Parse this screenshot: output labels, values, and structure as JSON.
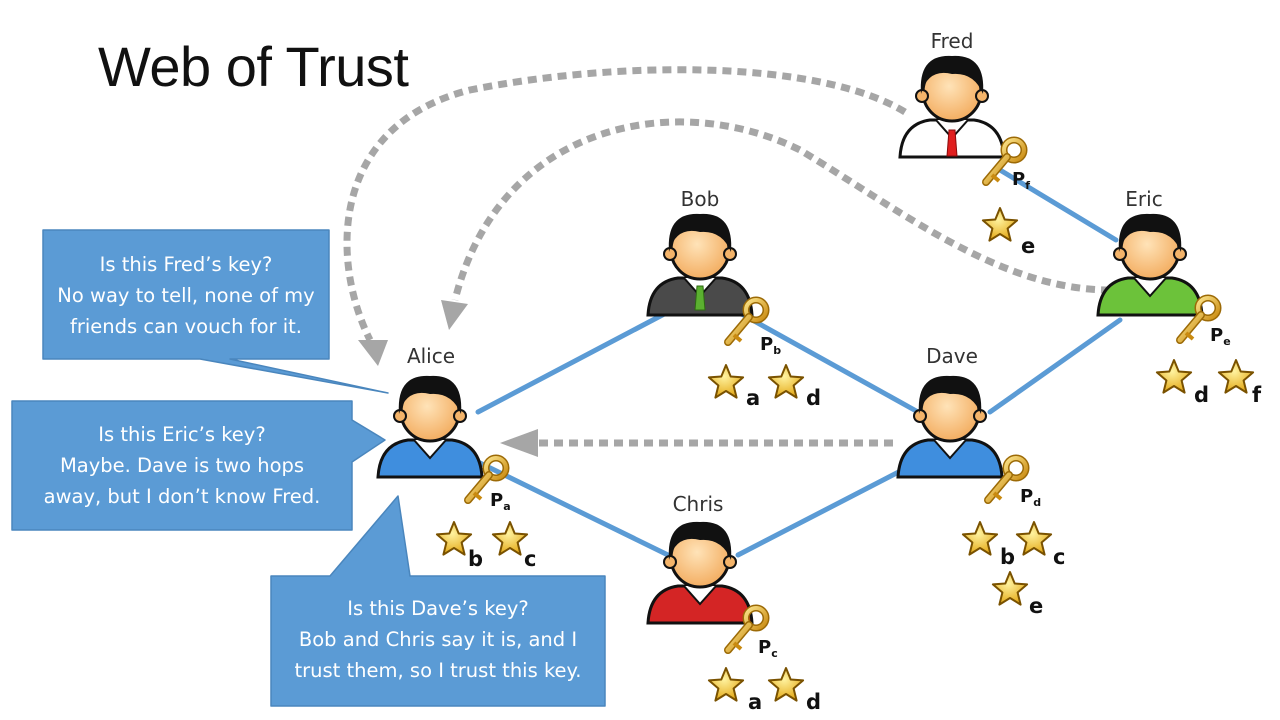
{
  "title": "Web of Trust",
  "people": [
    {
      "id": "alice",
      "name": "Alice",
      "key_letter": "a",
      "signatures": [
        "b",
        "c"
      ],
      "shirt": "#3f8ede"
    },
    {
      "id": "bob",
      "name": "Bob",
      "key_letter": "b",
      "signatures": [
        "a",
        "d"
      ],
      "shirt": "#4a4a4a"
    },
    {
      "id": "chris",
      "name": "Chris",
      "key_letter": "c",
      "signatures": [
        "a",
        "d"
      ],
      "shirt": "#d42525"
    },
    {
      "id": "dave",
      "name": "Dave",
      "key_letter": "d",
      "signatures": [
        "b",
        "c",
        "e"
      ],
      "shirt": "#3f8ede"
    },
    {
      "id": "eric",
      "name": "Eric",
      "key_letter": "e",
      "signatures": [
        "d",
        "f"
      ],
      "shirt": "#6cc23a"
    },
    {
      "id": "fred",
      "name": "Fred",
      "key_letter": "f",
      "signatures": [
        "e"
      ],
      "shirt": "#ffffff"
    }
  ],
  "key_prefix": "P",
  "bubbles": [
    {
      "id": "fred-key",
      "lines": [
        "Is this Fred’s key?",
        "No way to tell, none of my",
        "friends can vouch for it."
      ]
    },
    {
      "id": "eric-key",
      "lines": [
        "Is this Eric’s key?",
        "Maybe. Dave is two hops",
        "away, but I don’t know Fred."
      ]
    },
    {
      "id": "dave-key",
      "lines": [
        "Is this Dave’s key?",
        "Bob and Chris say it is, and I",
        "trust them, so I trust this key."
      ]
    }
  ],
  "colors": {
    "link": "#5b9bd5",
    "bubble": "#5b9bd5",
    "bubble_border": "#4a86bd",
    "dashed_arrow": "#a6a6a6",
    "skin": "#f9c98a",
    "hair": "#111111",
    "key": "#e8b325",
    "star": "#f5c518"
  }
}
